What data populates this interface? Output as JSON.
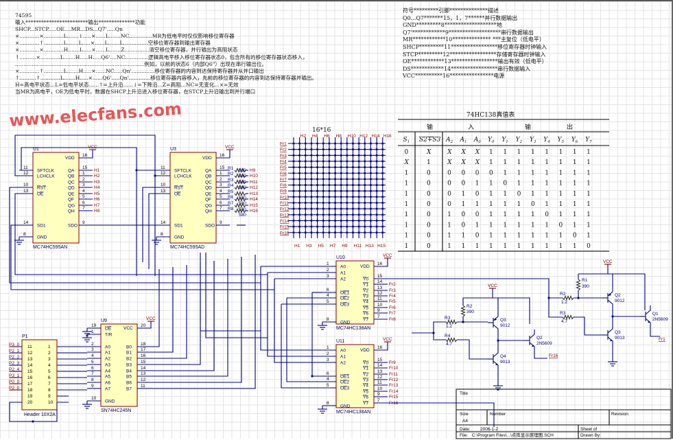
{
  "notes_left": {
    "lines": [
      "74595",
      "输入************************输出**************功能",
      "SHCP...STCP.....OE....MR...DS...Q7'.....Qn",
      "×............×............L.......↓.....×......L.......NC..............MR为低电平时仅仅影响移位寄存器",
      "×............↑............L.......L.....×......L.......L...............空移位寄存器到输出寄存器",
      "×............×............H.......L.....×......L.......Z...............清空移位寄存器，并行输出为高阻状态",
      "↑..........×............L.......H.....H.....Q6'....NC..............逻辑高电平移入移位寄存器状态0，包含所有的移位寄存器状态移入，",
      "..............................................................................例如，以前的状态6（内部Q6\"）出现在串行输出位。",
      "×............↑............L.......H.....×......NC.....Qn'..............移位寄存器的内容到达保持寄存器并从并口输出",
      "↑..........↑............L.......H.....×......Q6'.....Qn'.............移位寄存器内容移入，先前的移位寄存器的内容到达保持寄存器并输出。",
      "H=高电平状态...L=低电平状态......↑=上升沿......↓=下降沿...Z=高阻...NC=无变化...×=无效",
      "当MR为高电平，OE为低电平时，数据在SHCP上升沿进入移位寄存器，在STCP上升沿输出到并行端口"
    ]
  },
  "notes_right": {
    "lines": [
      "符号*********引脚**************描述",
      "Q0...Q7*******15，1，7******并行数据输出",
      "GND*********8*******************地",
      "Q7'************9*******************串行数据输出",
      "MR************10************** ***主复位（低电平）",
      "SHCP*********11*****************移位寄存器时钟输入",
      "STCP*********12*****************存储寄存器时钟输入",
      "OE************13*****************输出有效（低电平）",
      "DS************14*****************串行数据输入",
      "VCC**********16****************电源"
    ]
  },
  "watermark": "www.elecfans.com",
  "truth_table": {
    "title": "74HC138真值表",
    "group_headers": [
      "输",
      "入",
      "输",
      "出"
    ],
    "columns": [
      "S1",
      "S2+S3",
      "A2",
      "A1",
      "A0",
      "Y0",
      "Y1",
      "Y2",
      "Y3",
      "Y4",
      "Y5",
      "Y6",
      "Y7"
    ],
    "rows": [
      [
        "0",
        "X",
        "X",
        "X",
        "X",
        "1",
        "1",
        "1",
        "1",
        "1",
        "1",
        "1",
        "1"
      ],
      [
        "X",
        "1",
        "X",
        "X",
        "X",
        "1",
        "1",
        "1",
        "1",
        "1",
        "1",
        "1",
        "1"
      ],
      [
        "1",
        "0",
        "0",
        "0",
        "0",
        "0",
        "1",
        "1",
        "1",
        "1",
        "1",
        "1",
        "1"
      ],
      [
        "1",
        "0",
        "0",
        "0",
        "1",
        "1",
        "0",
        "1",
        "1",
        "1",
        "1",
        "1",
        "1"
      ],
      [
        "1",
        "0",
        "0",
        "1",
        "0",
        "1",
        "1",
        "0",
        "1",
        "1",
        "1",
        "1",
        "1"
      ],
      [
        "1",
        "0",
        "0",
        "1",
        "1",
        "1",
        "1",
        "1",
        "0",
        "1",
        "1",
        "1",
        "1"
      ],
      [
        "1",
        "0",
        "1",
        "0",
        "0",
        "1",
        "1",
        "1",
        "1",
        "0",
        "1",
        "1",
        "1"
      ],
      [
        "1",
        "0",
        "1",
        "0",
        "1",
        "1",
        "1",
        "1",
        "1",
        "1",
        "0",
        "1",
        "1"
      ],
      [
        "1",
        "0",
        "1",
        "1",
        "0",
        "1",
        "1",
        "1",
        "1",
        "1",
        "1",
        "0",
        "1"
      ],
      [
        "1",
        "0",
        "1",
        "1",
        "1",
        "1",
        "1",
        "1",
        "1",
        "1",
        "1",
        "1",
        "0"
      ]
    ]
  },
  "chips": {
    "U1": {
      "designator": "U1",
      "part": "MC74HC595AN",
      "power": {
        "num": "16",
        "name": "VDD",
        "net": "VCC"
      },
      "left": [
        [
          "11",
          "SFTCLK"
        ],
        [
          "12",
          "LCHCLK"
        ],
        [
          "10",
          "RST"
        ],
        [
          "13",
          "OE"
        ],
        [
          "14",
          "SD1"
        ],
        [
          "8",
          "GND"
        ]
      ],
      "right": [
        [
          "15",
          "QA",
          "H1"
        ],
        [
          "1",
          "QB",
          "H2"
        ],
        [
          "2",
          "QC",
          "H3"
        ],
        [
          "3",
          "QD",
          "H4"
        ],
        [
          "4",
          "QE",
          "H5"
        ],
        [
          "5",
          "QF",
          "H6"
        ],
        [
          "6",
          "QG",
          "H7"
        ],
        [
          "7",
          "QH",
          "H8"
        ],
        [
          "9",
          "SDO",
          ""
        ]
      ]
    },
    "U3": {
      "designator": "U3",
      "part": "MC74HC595AD",
      "power": {
        "num": "16",
        "name": "VDD",
        "net": "VCC"
      },
      "left": [
        [
          "11",
          "SFTCLK"
        ],
        [
          "12",
          "LCHCLK"
        ],
        [
          "10",
          "RST"
        ],
        [
          "13",
          "OE"
        ],
        [
          "14",
          "SD1"
        ],
        [
          "8",
          "GND"
        ]
      ],
      "right": [
        [
          "15",
          "QA",
          "H9"
        ],
        [
          "1",
          "QB",
          "H10"
        ],
        [
          "2",
          "QC",
          "H11"
        ],
        [
          "3",
          "QD",
          "H12"
        ],
        [
          "4",
          "QE",
          "H13"
        ],
        [
          "5",
          "QF",
          "H14"
        ],
        [
          "6",
          "QG",
          "H15"
        ],
        [
          "7",
          "QH",
          "H16"
        ],
        [
          "9",
          "SDO",
          ""
        ]
      ],
      "resistors": [
        [
          "R1",
          "580"
        ],
        [
          "R2",
          "580"
        ],
        [
          "R3",
          "580"
        ],
        [
          "R4",
          "580"
        ],
        [
          "R5",
          "580"
        ],
        [
          "R6",
          "580"
        ],
        [
          "R7",
          "580"
        ],
        [
          "R8",
          "580"
        ]
      ]
    },
    "U9": {
      "designator": "U9",
      "part": "SN74HC245N",
      "power": {
        "num": "20",
        "name": "VCC",
        "net": "VCC"
      },
      "left": [
        [
          "19",
          "OE"
        ],
        [
          "1",
          "T/R"
        ],
        [
          "2",
          "A0"
        ],
        [
          "3",
          "A1"
        ],
        [
          "4",
          "A2"
        ],
        [
          "5",
          "A3"
        ],
        [
          "6",
          "A4"
        ],
        [
          "7",
          "A5"
        ],
        [
          "8",
          "A6"
        ],
        [
          "9",
          "A7"
        ],
        [
          "10",
          "GND"
        ]
      ],
      "right": [
        [
          "18",
          "B0"
        ],
        [
          "17",
          "B1"
        ],
        [
          "16",
          "B2"
        ],
        [
          "15",
          "B3"
        ],
        [
          "14",
          "B4"
        ],
        [
          "13",
          "B5"
        ],
        [
          "12",
          "B6"
        ],
        [
          "11",
          "B7"
        ]
      ]
    },
    "U10": {
      "designator": "U10",
      "part": "MC74HC138AN",
      "power": {
        "num": "16",
        "name": "VDD",
        "net": "VCC"
      },
      "left": [
        [
          "1",
          "A0"
        ],
        [
          "2",
          "A1"
        ],
        [
          "3",
          "A2"
        ],
        [
          "6",
          "OE1"
        ],
        [
          "4",
          "OE2"
        ],
        [
          "5",
          "OE3"
        ],
        [
          "8",
          "GND"
        ]
      ],
      "right": [
        [
          "15",
          "Y0",
          ""
        ],
        [
          "14",
          "Y1",
          "Fr2"
        ],
        [
          "13",
          "Y2",
          "Fr3"
        ],
        [
          "12",
          "Y3",
          "Fr4"
        ],
        [
          "11",
          "Y4",
          "Fr5"
        ],
        [
          "10",
          "Y5",
          "Fr6"
        ],
        [
          "9",
          "Y6",
          "Fr7"
        ],
        [
          "7",
          "Y7",
          "Fr8"
        ]
      ]
    },
    "U11": {
      "designator": "U11",
      "part": "MC74HC138AN",
      "power": {
        "num": "16",
        "name": "VDD",
        "net": "VCC"
      },
      "left": [
        [
          "1",
          "A0"
        ],
        [
          "2",
          "A1"
        ],
        [
          "3",
          "A2"
        ],
        [
          "6",
          "OE1"
        ],
        [
          "4",
          "OE2"
        ],
        [
          "5",
          "OE3"
        ],
        [
          "8",
          "GND"
        ]
      ],
      "right": [
        [
          "15",
          "Y0",
          "Fr9"
        ],
        [
          "14",
          "Y1",
          "Fr10"
        ],
        [
          "13",
          "Y2",
          "Fr11"
        ],
        [
          "12",
          "Y3",
          "Fr12"
        ],
        [
          "11",
          "Y4",
          "Fr13"
        ],
        [
          "10",
          "Y5",
          "Fr14"
        ],
        [
          "9",
          "Y6",
          "Fr15"
        ],
        [
          "7",
          "Y7",
          "Fr16"
        ]
      ]
    }
  },
  "header": {
    "designator": "P1",
    "part": "Header 10X2A",
    "left_pins": [
      "11",
      "12",
      "13",
      "14",
      "15",
      "16",
      "17",
      "18",
      "19",
      "20"
    ],
    "right_pins": [
      "1",
      "2",
      "3",
      "4",
      "5",
      "6",
      "7",
      "8",
      "9",
      "10"
    ],
    "nets": [
      "P3_0",
      "P2_1",
      "P2_2",
      "P2_3",
      "P2_4",
      "P3_1",
      "P0_0",
      "P2_0"
    ]
  },
  "matrix": {
    "title": "16*16",
    "top_labels": [
      "H2",
      "H4",
      "H6",
      "H8",
      "H10",
      "H12",
      "H14",
      "H16"
    ],
    "bottom_labels": [
      "H1",
      "H3",
      "H5",
      "H7",
      "H9",
      "H11",
      "H13",
      "H15"
    ],
    "row_labels": [
      "Fr1",
      "Fr2",
      "Fr3",
      "Fr4",
      "Fr5",
      "Fr6",
      "Fr7",
      "Fr8",
      "Fr9",
      "Fr10",
      "Fr11",
      "Fr12",
      "Fr13",
      "Fr14",
      "Fr15",
      "Fr16"
    ]
  },
  "drivers": {
    "left": {
      "vcc": "VCC",
      "out": "Fr16",
      "resistors": [
        [
          "R2",
          "390"
        ],
        [
          "R3",
          "1.2"
        ],
        [
          "R4",
          "4.7"
        ]
      ],
      "transistors": [
        [
          "Q3",
          "9012"
        ],
        [
          "Q4",
          "9013"
        ],
        [
          "Q2",
          "2N5609"
        ]
      ]
    },
    "right": {
      "vcc": "VCC",
      "out": "Fr1",
      "resistors": [
        [
          "R1",
          "390"
        ],
        [
          "R2",
          "1.2"
        ],
        [
          "R3",
          "4.7"
        ]
      ],
      "transistors": [
        [
          "Q2",
          "9012"
        ],
        [
          "Q3",
          "9013"
        ],
        [
          "Q1",
          "2N5609"
        ]
      ]
    }
  },
  "title_block": {
    "title_label": "Title",
    "size_label": "Size",
    "size": "A4",
    "number_label": "Number",
    "revision_label": "Revision",
    "date_label": "Date:",
    "date": "2006-1-2",
    "sheet_label": "Sheet    of",
    "file_label": "File:",
    "file": "C:\\Program Files\\...\\点阵显示原理图.SCH",
    "drawn_by_label": "Drawn By:"
  },
  "colors": {
    "wire": "#00007f",
    "chip_fill": "#ffffc0",
    "chip_border": "#800000",
    "net_label": "#800000",
    "watermark": "#e23a3a"
  }
}
